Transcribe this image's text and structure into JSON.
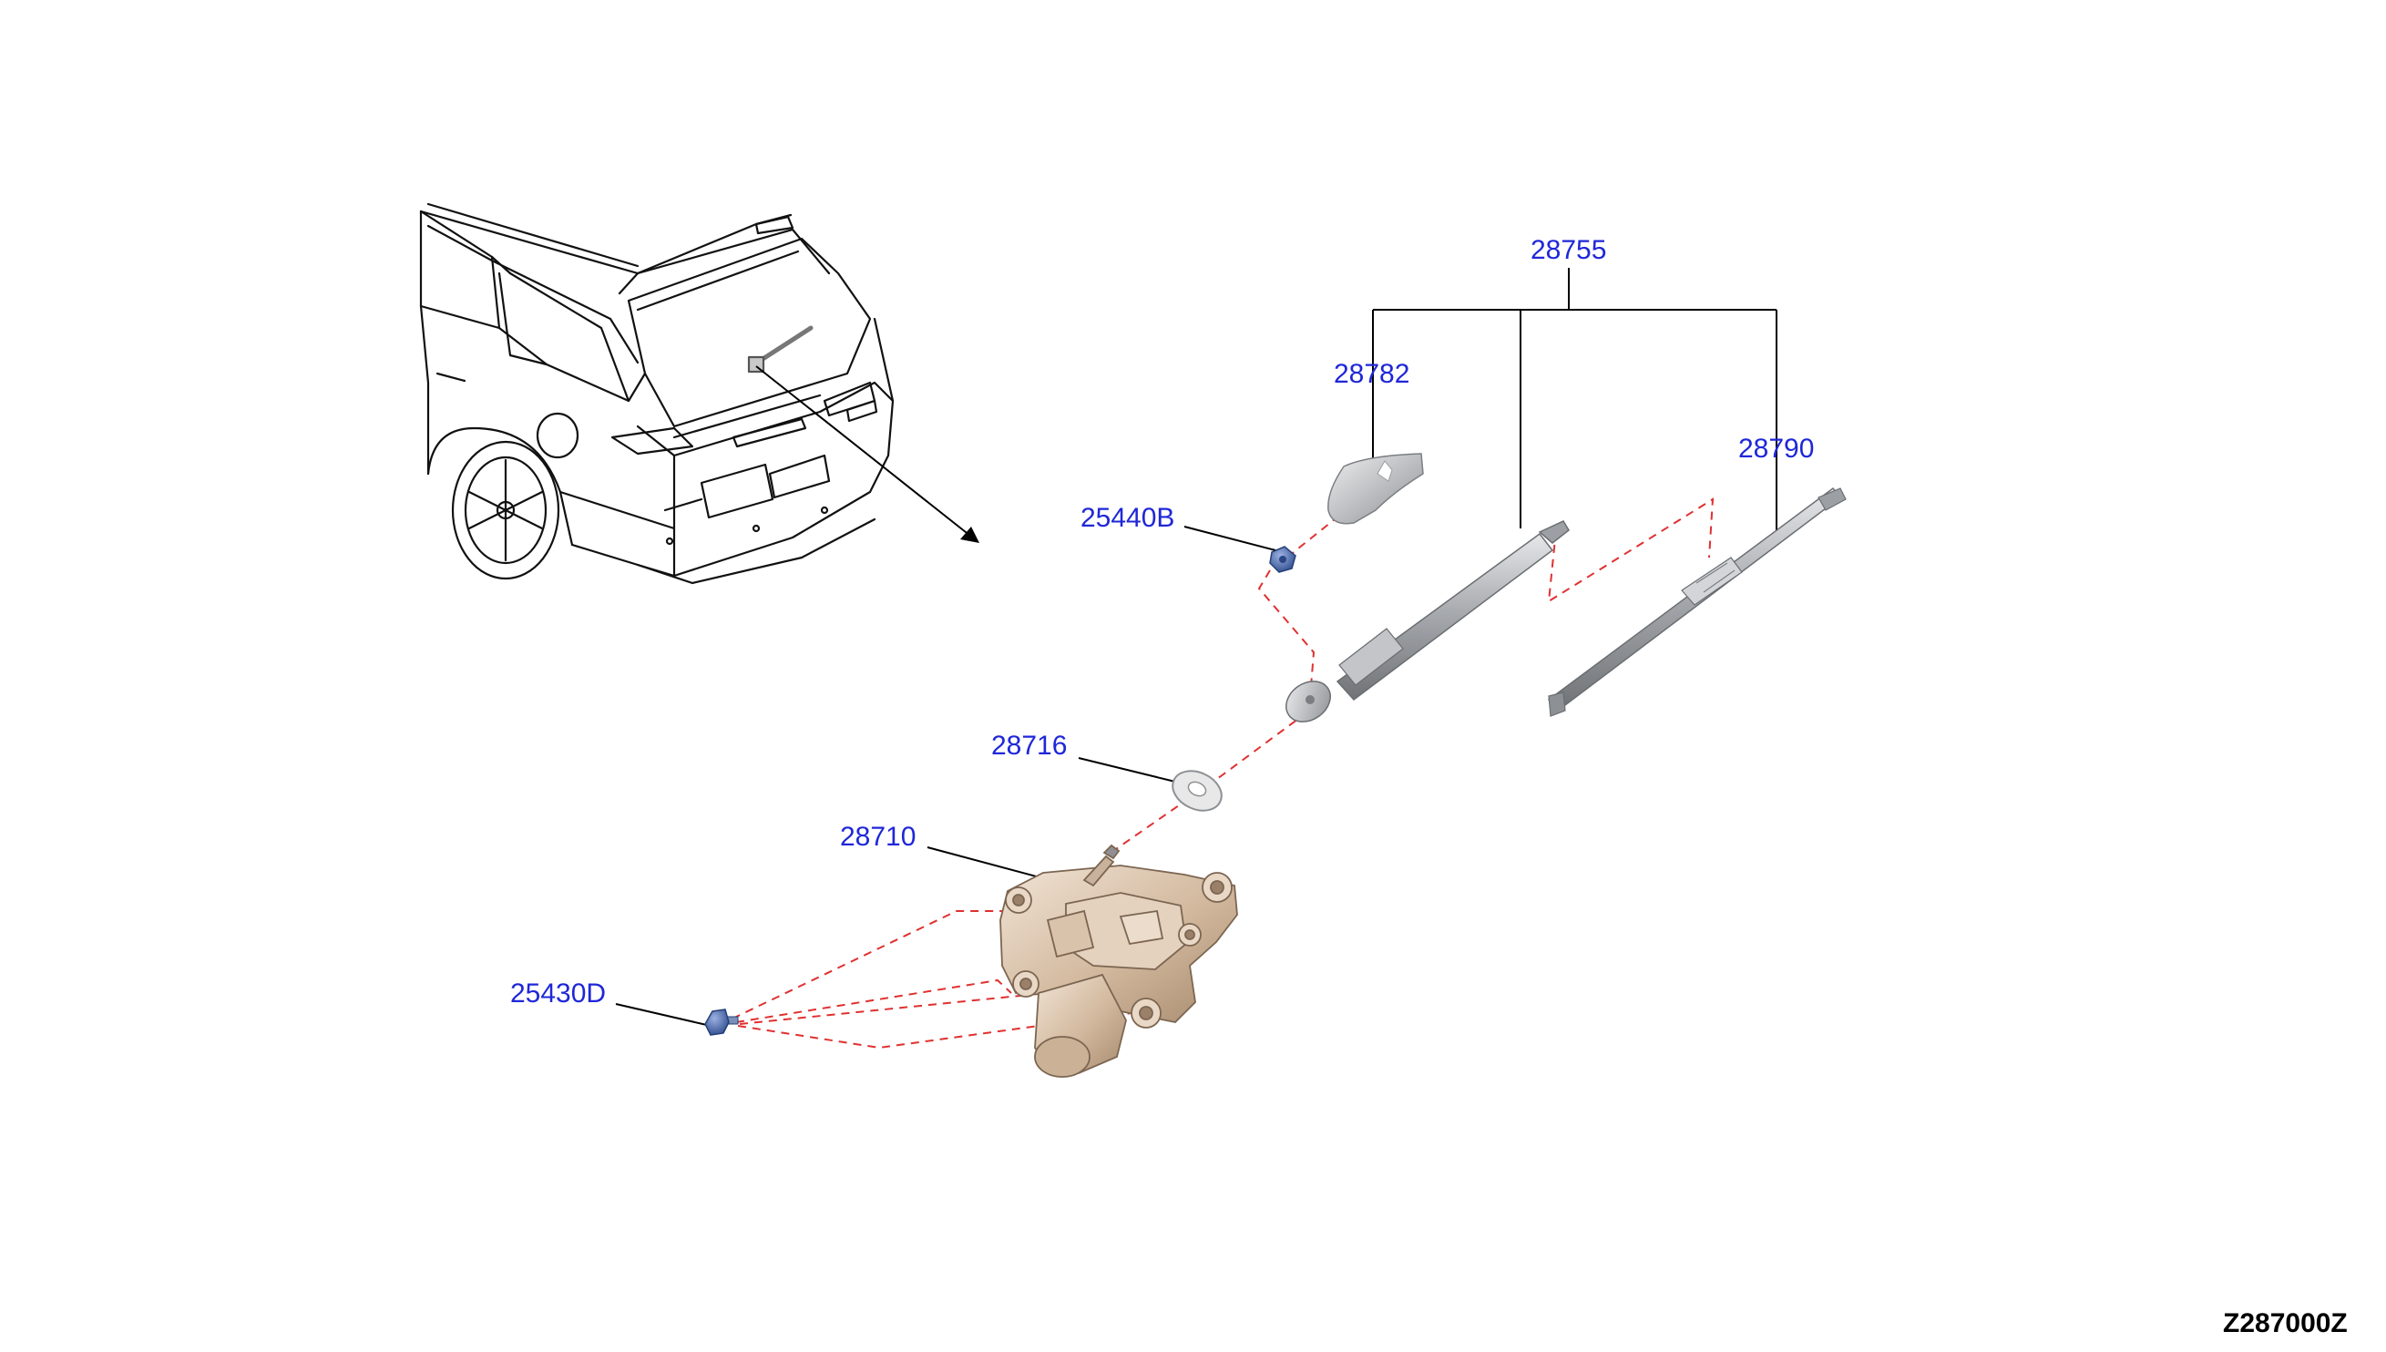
{
  "diagram": {
    "diagram_code": "Z287000Z",
    "callouts": [
      {
        "id": "28755",
        "part": "wiper-arm-blade-assembly"
      },
      {
        "id": "28782",
        "part": "wiper-arm-cap"
      },
      {
        "id": "28790",
        "part": "wiper-blade"
      },
      {
        "id": "25440B",
        "part": "arm-nut"
      },
      {
        "id": "28716",
        "part": "pivot-seal"
      },
      {
        "id": "28710",
        "part": "wiper-motor"
      },
      {
        "id": "25430D",
        "part": "motor-bolt"
      }
    ]
  },
  "colors": {
    "callout_text": "#1f27d8",
    "dashed_guide": "#e03030",
    "leader_line": "#000000",
    "motor_body": "#d8c3ae",
    "arm_grey": "#a9acaf",
    "fastener_blue": "#4e6fb3"
  }
}
